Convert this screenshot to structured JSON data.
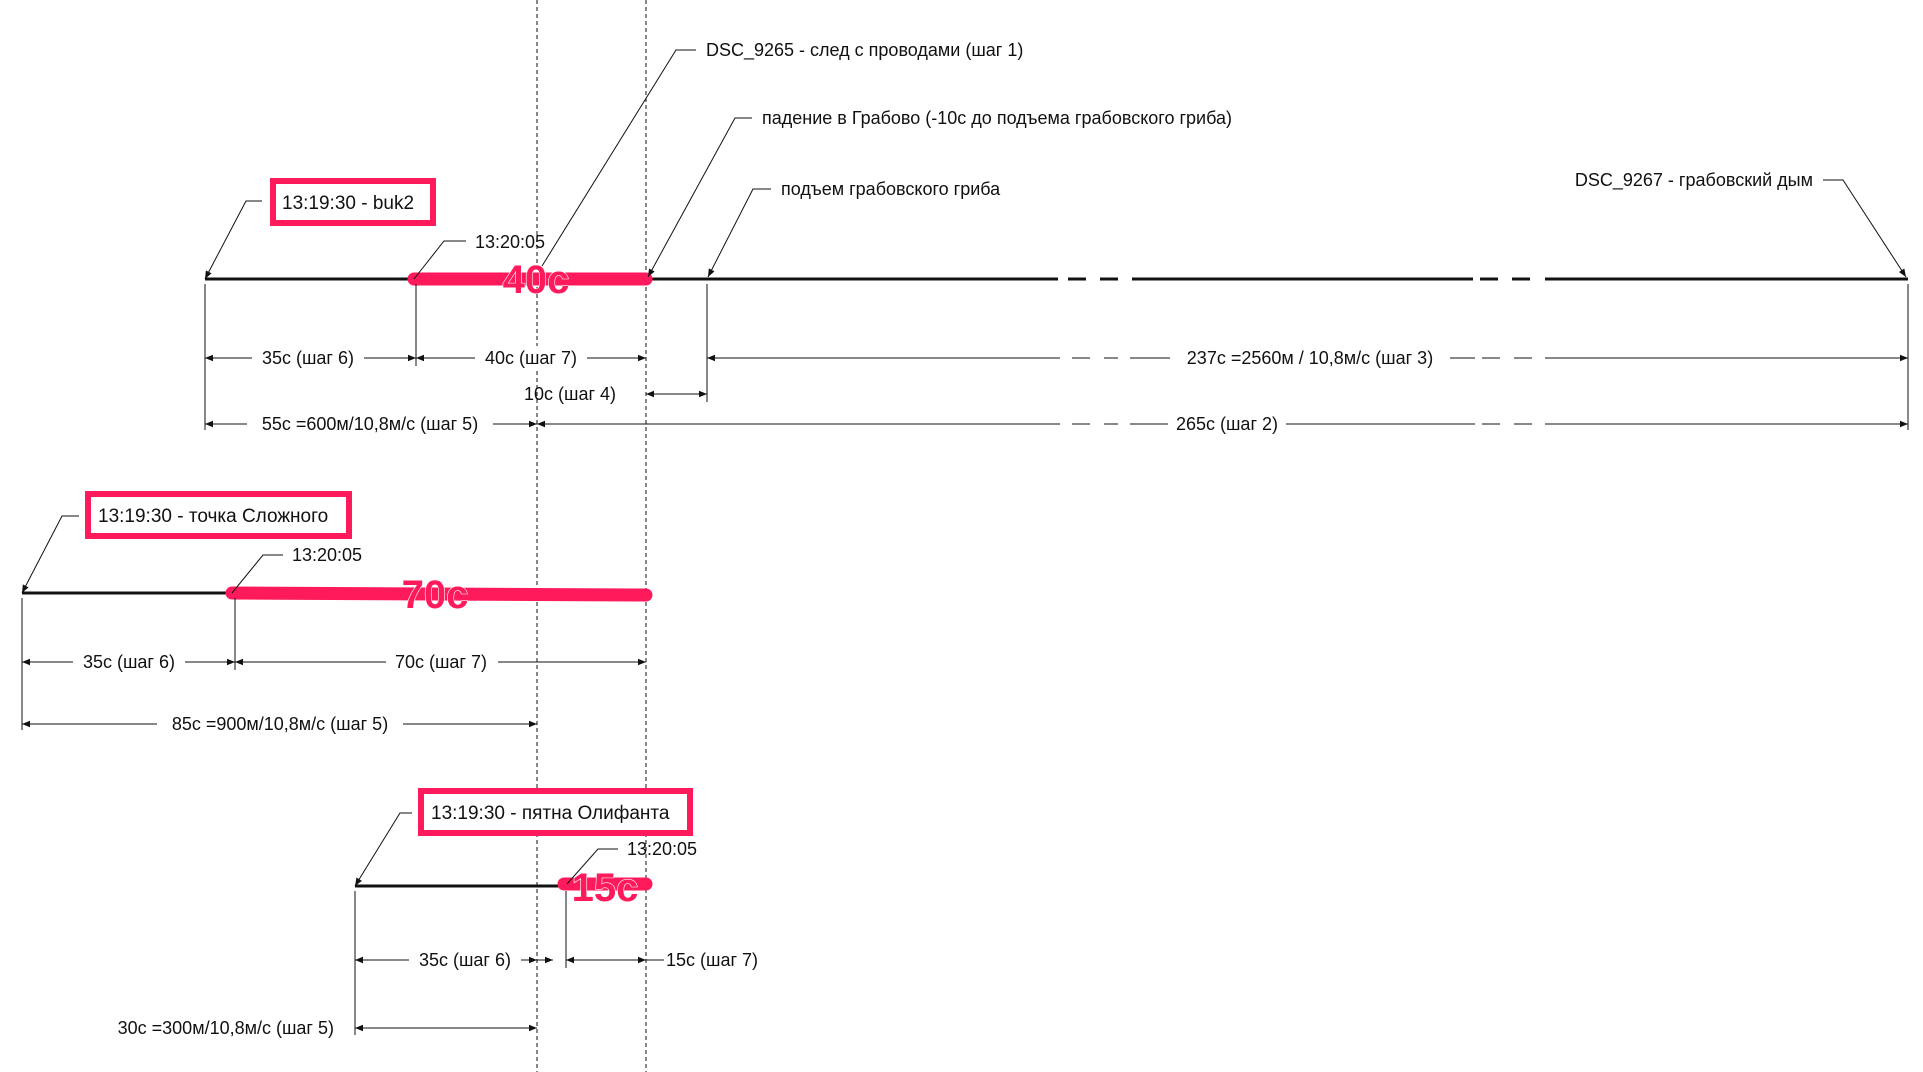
{
  "colors": {
    "accent": "#ff1a5c",
    "line": "#111111"
  },
  "timelines": [
    {
      "id": "buk2",
      "start_label": "13:19:30 - buk2",
      "time_label": "13:20:05",
      "highlight_label": "40с",
      "callouts": [
        {
          "id": "dsc9265",
          "text": "DSC_9265 - след с проводами (шаг 1)"
        },
        {
          "id": "padenie",
          "text": "падение в Грабово (-10с до подъема грабовского гриба)"
        },
        {
          "id": "podem",
          "text": "подъем грабовского гриба"
        },
        {
          "id": "dsc9267",
          "text": "DSC_9267 - грабовский дым"
        }
      ],
      "dimensions": [
        {
          "id": "d35",
          "text": "35с (шаг 6)"
        },
        {
          "id": "d40",
          "text": "40с (шаг 7)"
        },
        {
          "id": "d237",
          "text": "237с =2560м / 10,8м/с (шаг 3)"
        },
        {
          "id": "d10",
          "text": "10с (шаг 4)"
        },
        {
          "id": "d55",
          "text": "55с =600м/10,8м/с (шаг 5)"
        },
        {
          "id": "d265",
          "text": "265с (шаг 2)"
        }
      ]
    },
    {
      "id": "slozhny",
      "start_label": "13:19:30 - точка Сложного",
      "time_label": "13:20:05",
      "highlight_label": "70с",
      "dimensions": [
        {
          "id": "d35",
          "text": "35с (шаг 6)"
        },
        {
          "id": "d70",
          "text": "70с (шаг 7)"
        },
        {
          "id": "d85",
          "text": "85с =900м/10,8м/с (шаг 5)"
        }
      ]
    },
    {
      "id": "olifant",
      "start_label": "13:19:30 - пятна Олифанта",
      "time_label": "13:20:05",
      "highlight_label": "15с",
      "dimensions": [
        {
          "id": "d35",
          "text": "35с (шаг 6)"
        },
        {
          "id": "d15",
          "text": "15с (шаг 7)"
        },
        {
          "id": "d30",
          "text": "30с =300м/10,8м/с (шаг 5)"
        }
      ]
    }
  ]
}
